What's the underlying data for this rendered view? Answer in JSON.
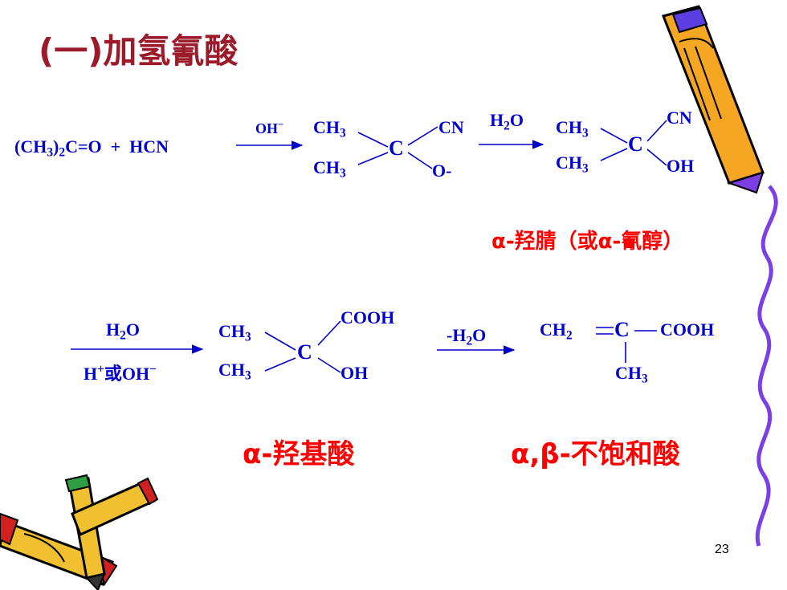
{
  "title": "(一)加氢氰酸",
  "reaction1": {
    "reactants": "(CH3)2C=O  +  HCN",
    "catalyst": "OH",
    "catalyst_charge": "−",
    "intermediate": {
      "top_left": "CH3",
      "bottom_left": "CH3",
      "center": "C",
      "top_right": "CN",
      "bottom_right": "O-"
    },
    "reagent": "H2O",
    "product": {
      "top_left": "CH3",
      "bottom_left": "CH3",
      "center": "C",
      "top_right": "CN",
      "bottom_right": "OH"
    },
    "product_name": "α-羟腈（或α-氰醇）"
  },
  "reaction2": {
    "reagent_top": "H2O",
    "reagent_bottom": "H+或OH−",
    "product1": {
      "top_left": "CH3",
      "bottom_left": "CH3",
      "center": "C",
      "top_right": "COOH",
      "bottom_right": "OH"
    },
    "reagent2": "-H2O",
    "product2": {
      "left": "CH2",
      "double_bond": "=",
      "center": "C",
      "right": "COOH",
      "below": "CH3"
    },
    "name1": "α-羟基酸",
    "name2": "α,β-不饱和酸"
  },
  "page_number": "23",
  "decorations": [
    "pencil-icon-top-right",
    "crossed-pencils-icon-bottom-left",
    "wavy-purple-border"
  ],
  "colors": {
    "title": "#9b1b2a",
    "chem": "#0000cc",
    "name": "#ff0000",
    "border": "#7b3fe4"
  }
}
